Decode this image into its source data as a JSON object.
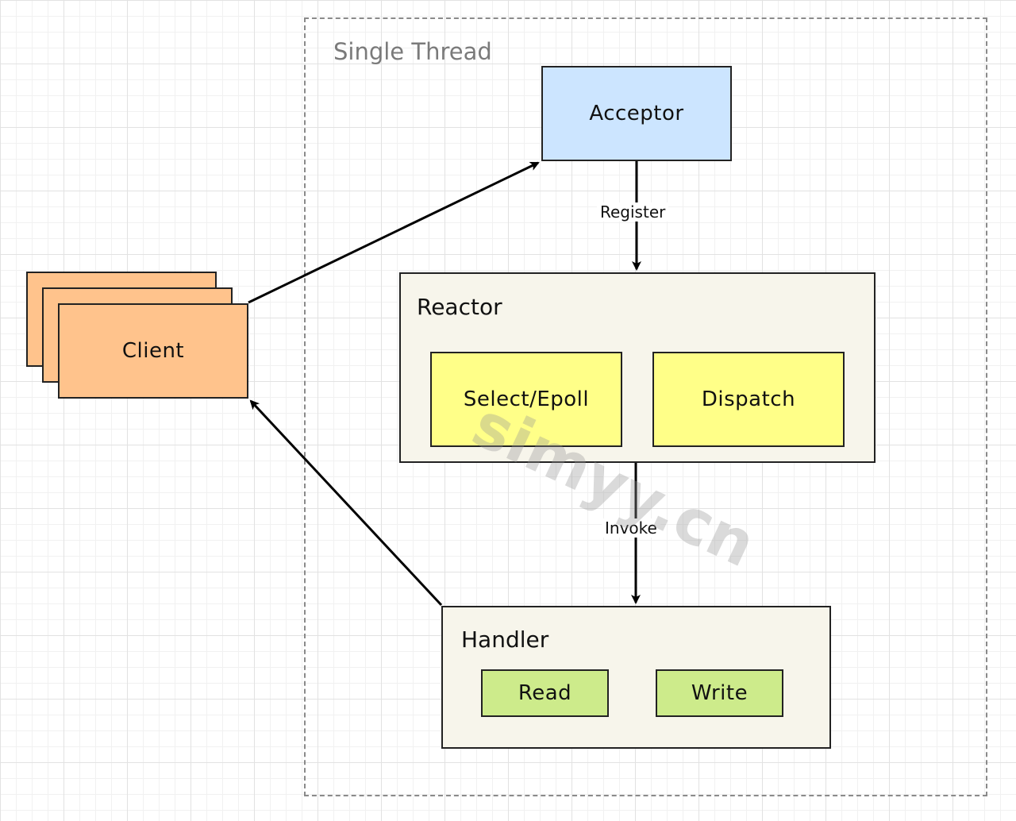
{
  "region": {
    "title": "Single Thread"
  },
  "nodes": {
    "acceptor": {
      "label": "Acceptor",
      "fill": "#cce5ff"
    },
    "client": {
      "label": "Client",
      "fill": "#ffc38c"
    },
    "reactor": {
      "title": "Reactor",
      "fill": "#f7f5eb",
      "children": [
        {
          "label": "Select/Epoll",
          "fill": "#ffff88"
        },
        {
          "label": "Dispatch",
          "fill": "#ffff88"
        }
      ]
    },
    "handler": {
      "title": "Handler",
      "fill": "#f7f5eb",
      "children": [
        {
          "label": "Read",
          "fill": "#cdeb8b"
        },
        {
          "label": "Write",
          "fill": "#cdeb8b"
        }
      ]
    }
  },
  "edges": {
    "register": {
      "label": "Register"
    },
    "invoke": {
      "label": "Invoke"
    }
  },
  "watermark": "simyy.cn"
}
